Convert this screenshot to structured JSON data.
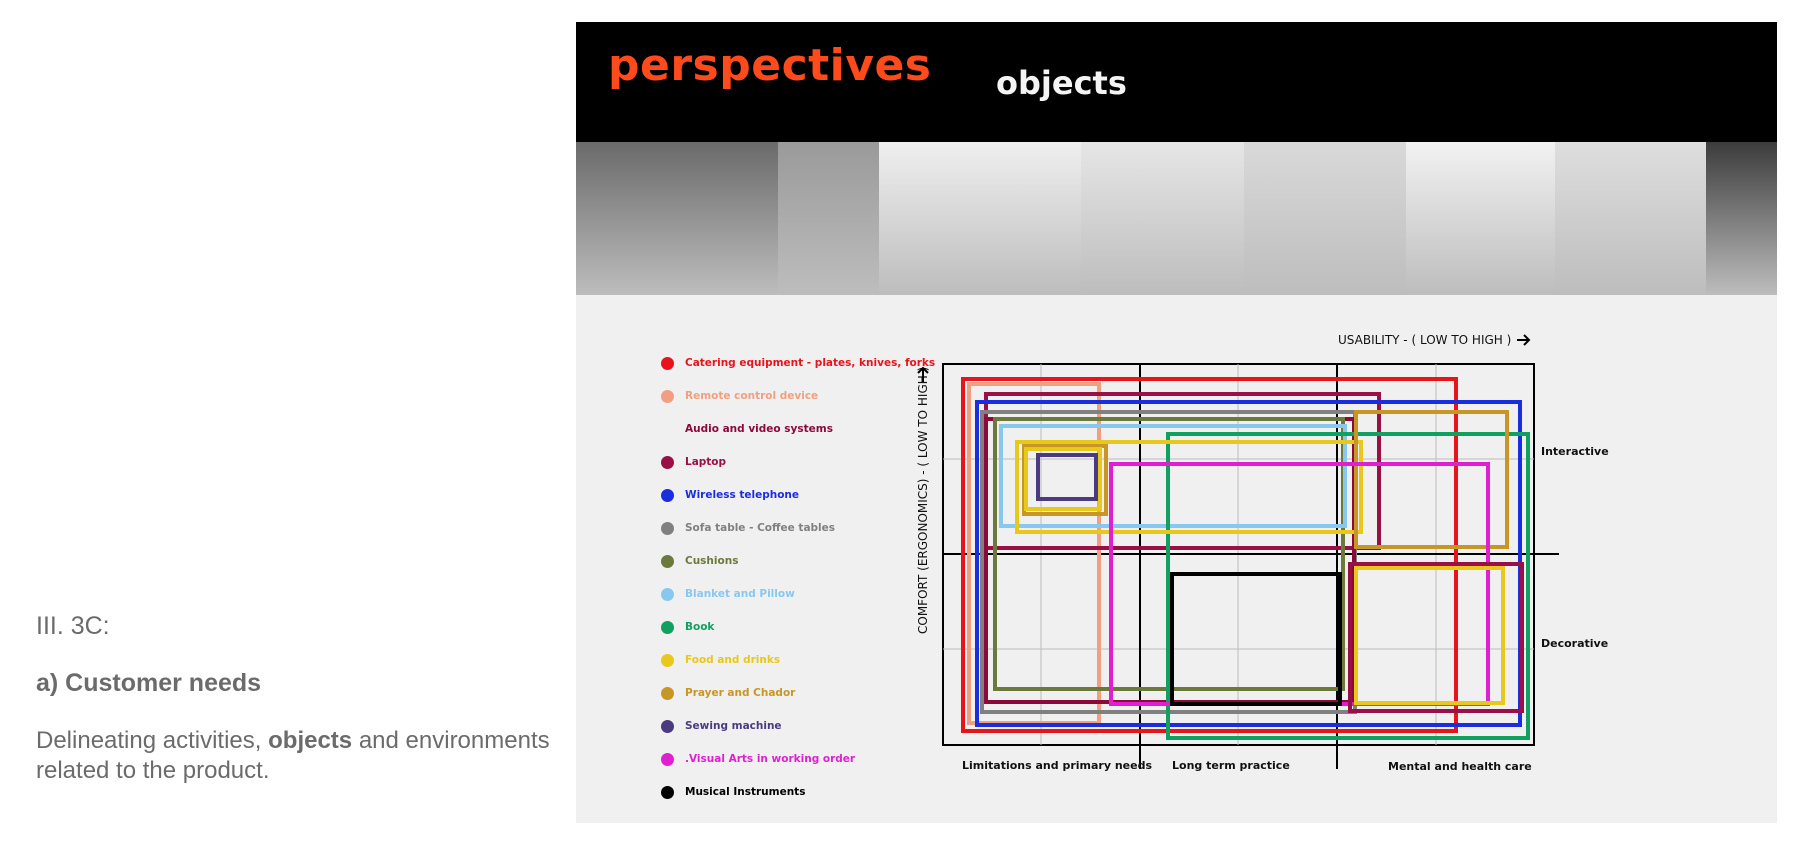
{
  "left_panel": {
    "section": "III. 3C:",
    "subtitle": "a) Customer needs",
    "desc_pre": "Delineating activities, ",
    "desc_bold": "objects",
    "desc_post": " and environments related to the product."
  },
  "slide": {
    "brand": "perspectives",
    "subtitle": "objects",
    "brand_color": "#ff4a1c"
  },
  "photos": [
    {
      "name": "teapot-and-cup-photo",
      "shade": "#6a6a6a"
    },
    {
      "name": "tableware-photo",
      "shade": "#9a9a9a"
    },
    {
      "name": "laptops-photo",
      "shade": "#efefef"
    },
    {
      "name": "telephone-photo",
      "shade": "#e6e6e6"
    },
    {
      "name": "cushions-photo",
      "shade": "#d9d9d9"
    },
    {
      "name": "sewing-machine-photo",
      "shade": "#f2f2f2"
    },
    {
      "name": "coffee-table-photo",
      "shade": "#dedede"
    },
    {
      "name": "musical-instrument-photo",
      "shade": "#3c3c3c"
    }
  ],
  "legend": [
    {
      "label": "Catering equipment - plates, knives, forks",
      "color": "#e8141c",
      "dot": true
    },
    {
      "label": "Remote control device",
      "color": "#f0a080",
      "dot": true
    },
    {
      "label": "Audio and video systems",
      "color": "#8b0a3a",
      "dot": false
    },
    {
      "label": "Laptop",
      "color": "#9b0f47",
      "dot": true
    },
    {
      "label": "Wireless telephone",
      "color": "#1a2ee0",
      "dot": true
    },
    {
      "label": "Sofa table - Coffee tables",
      "color": "#808080",
      "dot": true
    },
    {
      "label": "Cushions",
      "color": "#6b7a3a",
      "dot": true
    },
    {
      "label": "Blanket and Pillow",
      "color": "#88c8f0",
      "dot": true
    },
    {
      "label": "Book",
      "color": "#10a060",
      "dot": true
    },
    {
      "label": "Food and drinks",
      "color": "#e8c81a",
      "dot": true
    },
    {
      "label": "Prayer and Chador",
      "color": "#c89624",
      "dot": true
    },
    {
      "label": "Sewing machine",
      "color": "#4a3a80",
      "dot": true
    },
    {
      "label": ".Visual Arts in working order",
      "color": "#e020d0",
      "dot": true
    },
    {
      "label": "Musical Instruments",
      "color": "#000000",
      "dot": true
    }
  ],
  "diagram": {
    "x_axis_title": "USABILITY - ( LOW TO HIGH )",
    "y_axis_title": "COMFORT (ERGONOMICS) - ( LOW TO HIGH )",
    "columns": [
      "Limitations and primary needs",
      "Long term practice",
      "Mental and health care"
    ],
    "rows": [
      "Interactive",
      "Decorative"
    ]
  }
}
